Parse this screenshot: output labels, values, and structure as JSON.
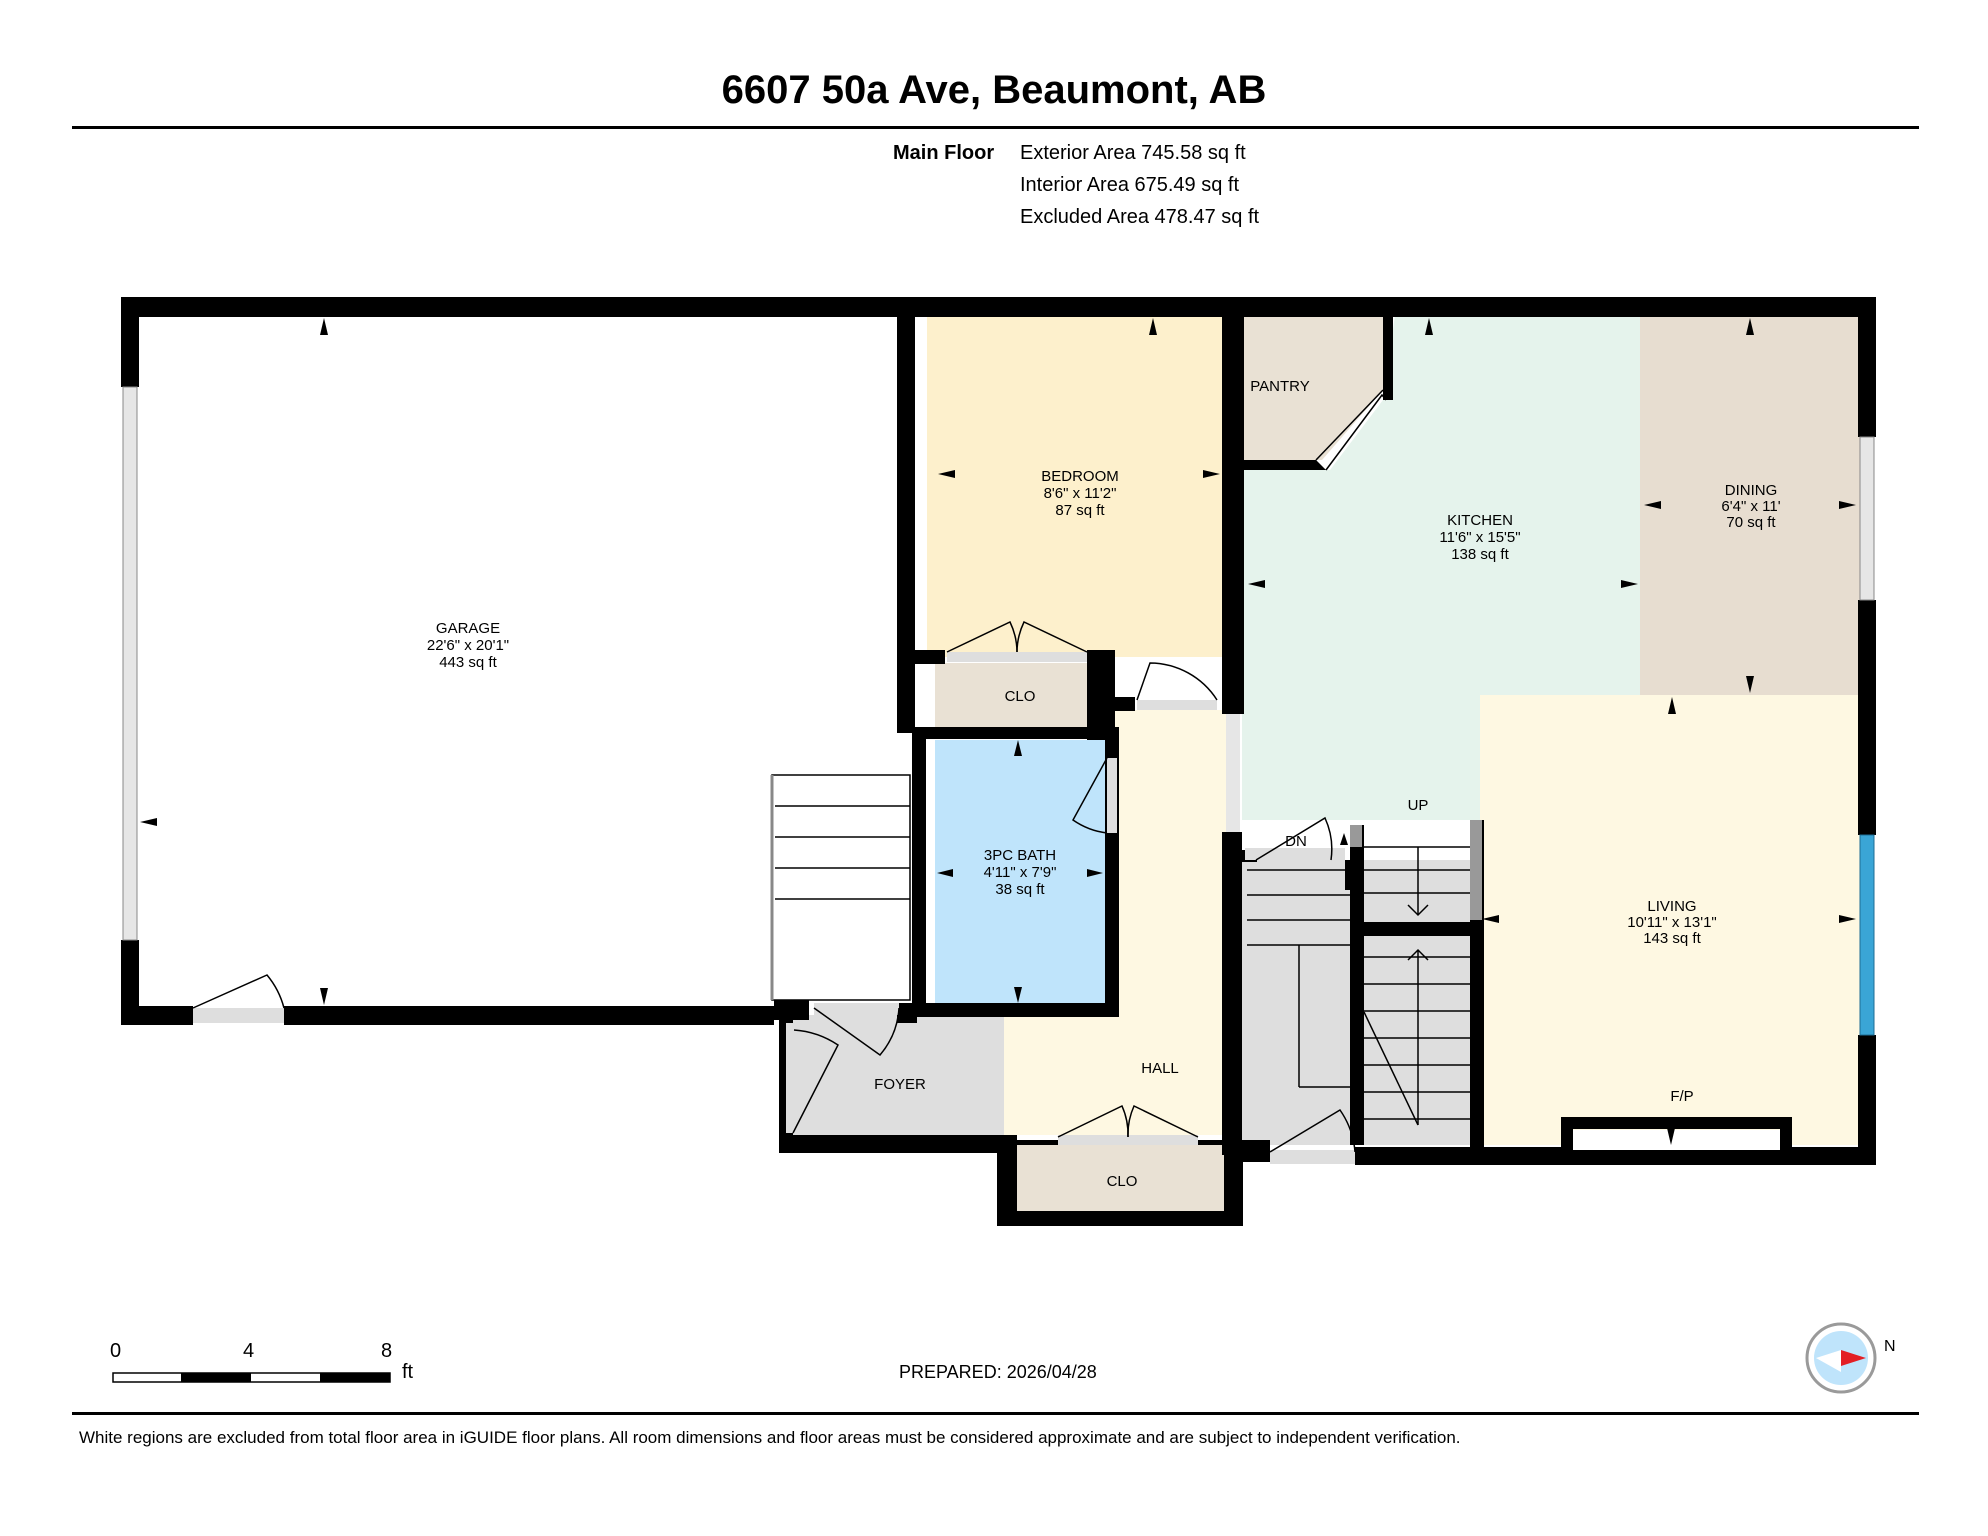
{
  "title": "6607 50a Ave, Beaumont, AB",
  "floor": {
    "name": "Main Floor",
    "exterior_area": "Exterior Area 745.58 sq ft",
    "interior_area": "Interior Area 675.49 sq ft",
    "excluded_area": "Excluded Area 478.47 sq ft"
  },
  "rooms": {
    "garage": {
      "name": "GARAGE",
      "dims": "22'6\" x 20'1\"",
      "area": "443 sq ft"
    },
    "bedroom": {
      "name": "BEDROOM",
      "dims": "8'6\" x 11'2\"",
      "area": "87 sq ft"
    },
    "pantry": {
      "name": "PANTRY"
    },
    "kitchen": {
      "name": "KITCHEN",
      "dims": "11'6\" x 15'5\"",
      "area": "138 sq ft"
    },
    "dining": {
      "name": "DINING",
      "dims": "6'4\" x 11'",
      "area": "70 sq ft"
    },
    "clo_bedroom": {
      "name": "CLO"
    },
    "bath": {
      "name": "3PC BATH",
      "dims": "4'11\" x 7'9\"",
      "area": "38 sq ft"
    },
    "living": {
      "name": "LIVING",
      "dims": "10'11\" x 13'1\"",
      "area": "143 sq ft"
    },
    "foyer": {
      "name": "FOYER"
    },
    "hall": {
      "name": "HALL"
    },
    "clo_hall": {
      "name": "CLO"
    },
    "up": "UP",
    "dn": "DN",
    "fp": "F/P"
  },
  "scale": {
    "ticks": [
      "0",
      "4",
      "8"
    ],
    "unit": "ft"
  },
  "compass": {
    "label": "N",
    "icon": "compass-icon"
  },
  "prepared": "PREPARED: 2026/04/28",
  "disclaimer": "White regions are excluded from total floor area in iGUIDE floor plans. All room dimensions and floor areas must be considered approximate and are subject to independent verification.",
  "colors": {
    "bedroom": "#fdf0cc",
    "kitchen": "#e5f3ec",
    "dining": "#e7ddd0",
    "living": "#fef8e2",
    "bath": "#bfe4fb",
    "closet": "#e9e1d4",
    "hall": "#fef8e2",
    "foyer": "#dedede",
    "stairs": "#dedede",
    "wall": "#000000",
    "window_blue": "#3aa5d6"
  }
}
